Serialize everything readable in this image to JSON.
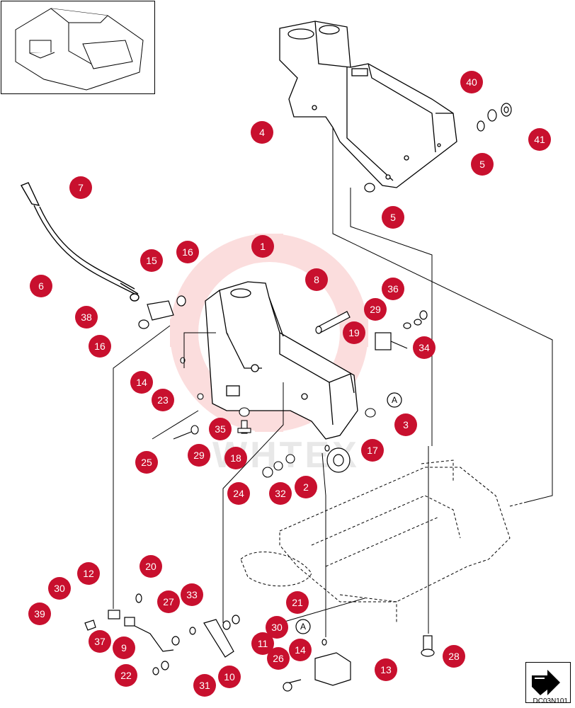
{
  "diagram": {
    "drawing_code": "DC03N101",
    "watermark_text": "WHTEX",
    "reference_marker": "A",
    "callout_color": "#c8102e",
    "callouts": [
      "1",
      "2",
      "3",
      "4",
      "5",
      "5",
      "6",
      "7",
      "8",
      "9",
      "10",
      "11",
      "12",
      "13",
      "14",
      "14",
      "15",
      "16",
      "16",
      "17",
      "18",
      "19",
      "20",
      "21",
      "22",
      "23",
      "24",
      "25",
      "26",
      "27",
      "28",
      "29",
      "29",
      "30",
      "30",
      "31",
      "32",
      "33",
      "34",
      "35",
      "36",
      "37",
      "38",
      "39",
      "40",
      "41"
    ]
  }
}
